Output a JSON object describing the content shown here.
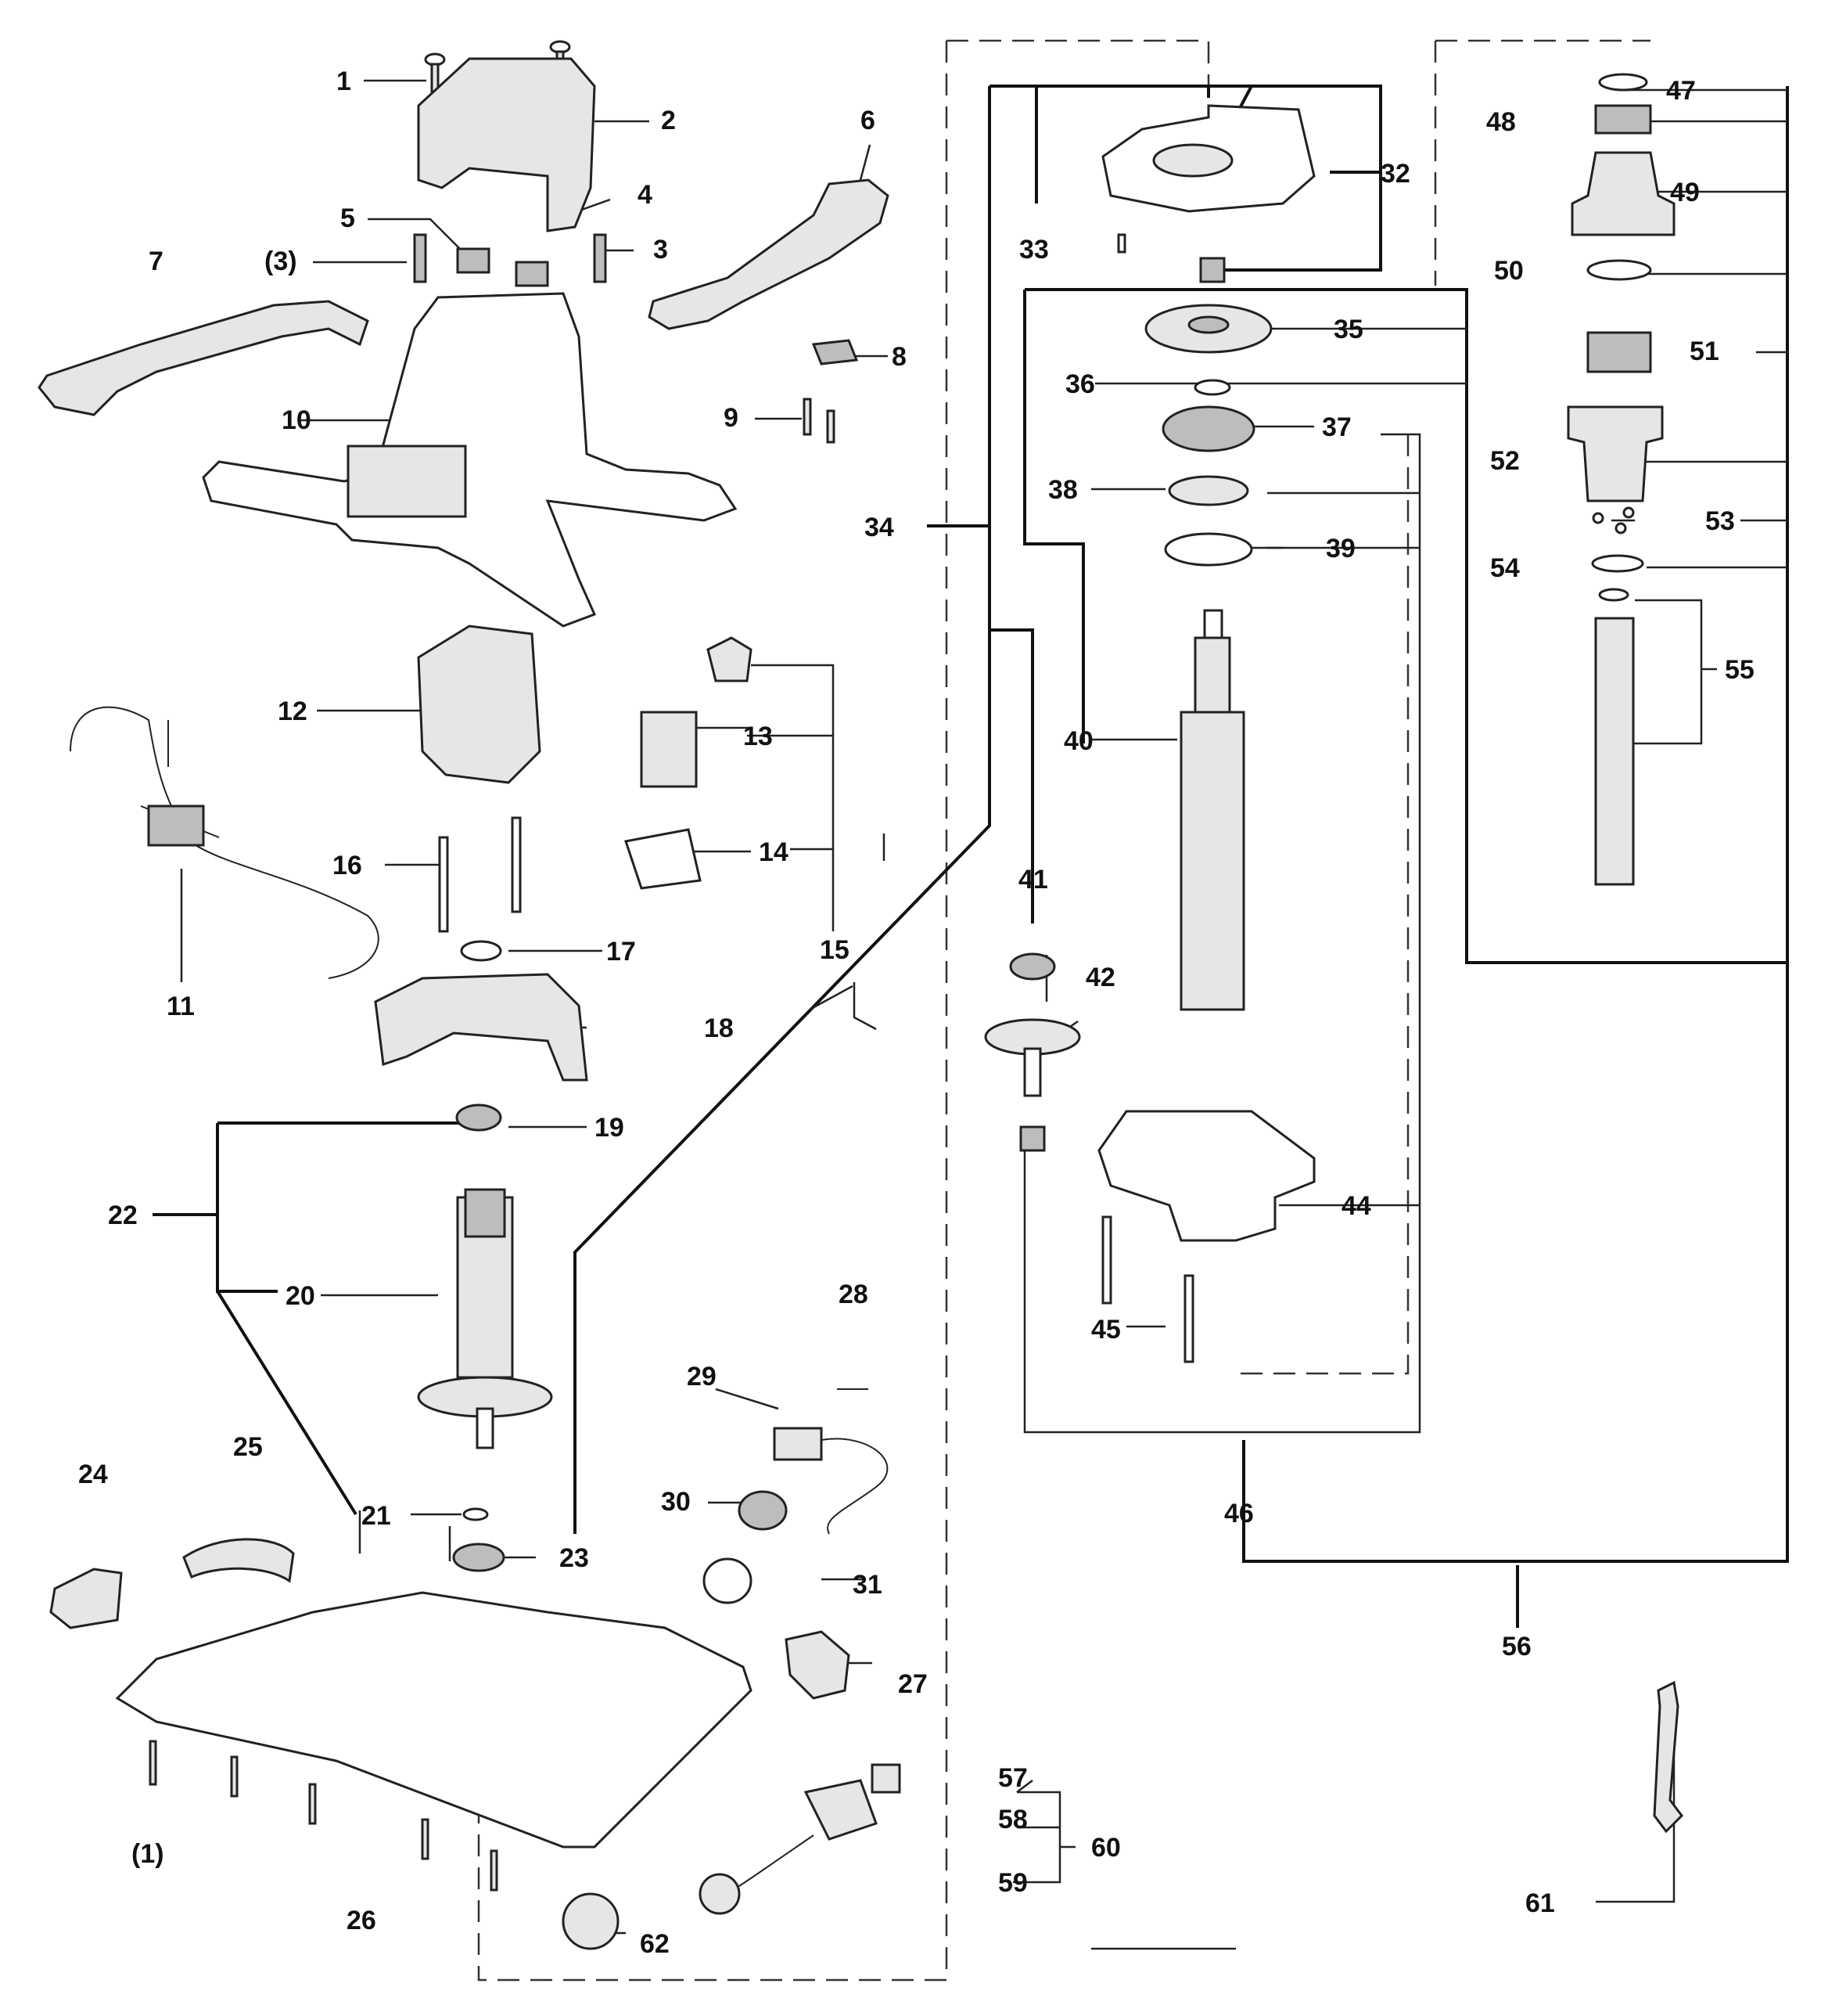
{
  "labels": {
    "l1": "1",
    "l2": "2",
    "l3": "3",
    "l3p": "(3)",
    "l4": "4",
    "l5": "5",
    "l6": "6",
    "l7": "7",
    "l8": "8",
    "l9": "9",
    "l10": "10",
    "l11": "11",
    "l12": "12",
    "l13": "13",
    "l14": "14",
    "l15": "15",
    "l16": "16",
    "l17": "17",
    "l18": "18",
    "l19": "19",
    "l20": "20",
    "l21": "21",
    "l22": "22",
    "l23": "23",
    "l24": "24",
    "l25": "25",
    "l26": "26",
    "l27": "27",
    "l28": "28",
    "l29": "29",
    "l30": "30",
    "l31": "31",
    "l32": "32",
    "l33": "33",
    "l34": "34",
    "l35": "35",
    "l36": "36",
    "l37": "37",
    "l38": "38",
    "l39": "39",
    "l40": "40",
    "l41": "41",
    "l42": "42",
    "l44": "44",
    "l45": "45",
    "l46": "46",
    "l47": "47",
    "l48": "48",
    "l49": "49",
    "l50": "50",
    "l51": "51",
    "l52": "52",
    "l53": "53",
    "l54": "54",
    "l55": "55",
    "l56": "56",
    "l57": "57",
    "l58": "58",
    "l59": "59",
    "l60": "60",
    "l61": "61",
    "l62": "62",
    "l1p": "(1)"
  },
  "colors": {
    "line": "#222222",
    "fill_light": "#e6e6e6",
    "fill_dark": "#bdbdbd",
    "background": "#ffffff"
  }
}
